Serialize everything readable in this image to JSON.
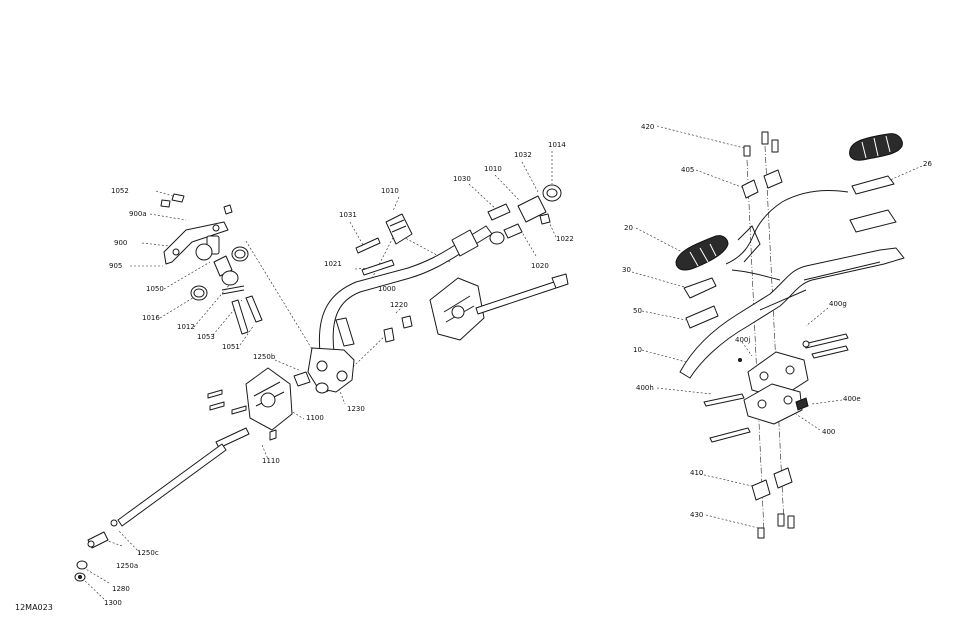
{
  "figure_code": "12MA023",
  "callouts": [
    {
      "id": "420",
      "label": "420"
    },
    {
      "id": "405",
      "label": "405"
    },
    {
      "id": "26",
      "label": "26"
    },
    {
      "id": "20",
      "label": "20"
    },
    {
      "id": "30",
      "label": "30"
    },
    {
      "id": "50",
      "label": "50"
    },
    {
      "id": "10",
      "label": "10"
    },
    {
      "id": "400g",
      "label": "400g"
    },
    {
      "id": "400j",
      "label": "400j"
    },
    {
      "id": "400h",
      "label": "400h"
    },
    {
      "id": "400e",
      "label": "400e"
    },
    {
      "id": "400",
      "label": "400"
    },
    {
      "id": "410",
      "label": "410"
    },
    {
      "id": "430",
      "label": "430"
    },
    {
      "id": "1052",
      "label": "1052"
    },
    {
      "id": "900a",
      "label": "900a"
    },
    {
      "id": "900",
      "label": "900"
    },
    {
      "id": "905",
      "label": "905"
    },
    {
      "id": "1050",
      "label": "1050"
    },
    {
      "id": "1016",
      "label": "1016"
    },
    {
      "id": "1012",
      "label": "1012"
    },
    {
      "id": "1053",
      "label": "1053"
    },
    {
      "id": "1051",
      "label": "1051"
    },
    {
      "id": "1010a",
      "label": "1010"
    },
    {
      "id": "1030",
      "label": "1030"
    },
    {
      "id": "1010b",
      "label": "1010"
    },
    {
      "id": "1032",
      "label": "1032"
    },
    {
      "id": "1014",
      "label": "1014"
    },
    {
      "id": "1031",
      "label": "1031"
    },
    {
      "id": "1021",
      "label": "1021"
    },
    {
      "id": "1022",
      "label": "1022"
    },
    {
      "id": "1020",
      "label": "1020"
    },
    {
      "id": "1000",
      "label": "1000"
    },
    {
      "id": "1220",
      "label": "1220"
    },
    {
      "id": "1250b",
      "label": "1250b"
    },
    {
      "id": "1230",
      "label": "1230"
    },
    {
      "id": "1100",
      "label": "1100"
    },
    {
      "id": "1110",
      "label": "1110"
    },
    {
      "id": "1250c",
      "label": "1250c"
    },
    {
      "id": "1250a",
      "label": "1250a"
    },
    {
      "id": "1280",
      "label": "1280"
    },
    {
      "id": "1300",
      "label": "1300"
    }
  ]
}
